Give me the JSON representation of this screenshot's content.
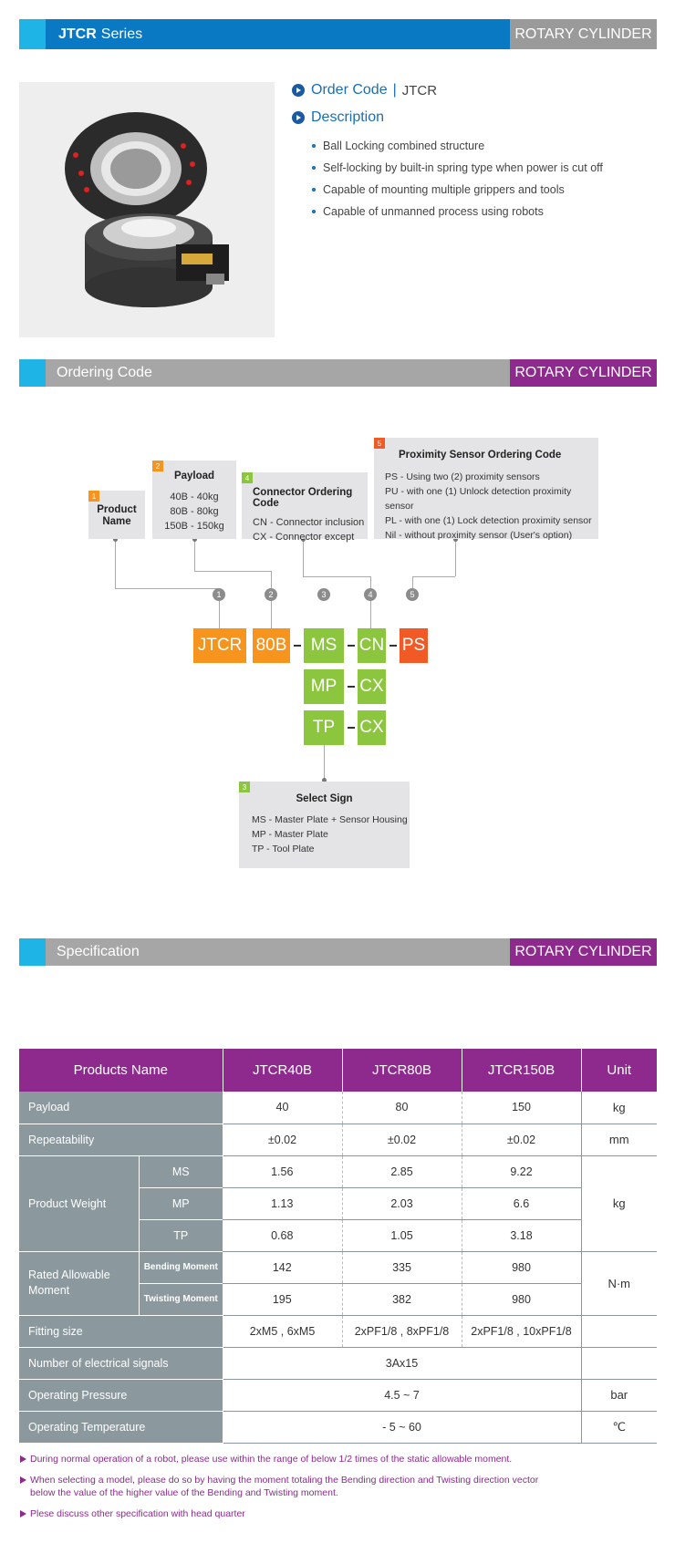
{
  "header": {
    "series_name": "JTCR",
    "series_suffix": "Series",
    "category": "ROTARY CYLINDER"
  },
  "intro": {
    "order_code_label": "Order Code",
    "order_code_sep": "|",
    "order_code_value": "JTCR",
    "description_label": "Description",
    "description_items": [
      "Ball Locking combined structure",
      "Self-locking by built-in spring type when power is cut off",
      "Capable of mounting multiple grippers and tools",
      "Capable of unmanned process using robots"
    ]
  },
  "ordering": {
    "section_title": "Ordering Code",
    "category": "ROTARY CYLINDER",
    "boxes": {
      "product_name": {
        "num": "1",
        "title_line1": "Product",
        "title_line2": "Name"
      },
      "payload": {
        "num": "2",
        "title": "Payload",
        "lines": [
          "40B - 40kg",
          "80B - 80kg",
          "150B - 150kg"
        ]
      },
      "connector": {
        "num": "4",
        "title": "Connector Ordering Code",
        "lines": [
          "CN - Connector inclusion",
          "CX - Connector except"
        ]
      },
      "proximity": {
        "num": "5",
        "title": "Proximity Sensor Ordering Code",
        "lines": [
          "PS - Using two (2) proximity sensors",
          "PU - with one (1) Unlock detection proximity sensor",
          "PL - with one (1) Lock detection proximity sensor",
          "Nil - without proximity sensor (User's option)"
        ]
      },
      "select_sign": {
        "num": "3",
        "title": "Select Sign",
        "lines": [
          "MS - Master Plate + Sensor Housing",
          "MP - Master Plate",
          "TP - Tool Plate"
        ]
      }
    },
    "circle_numbers": [
      "1",
      "2",
      "3",
      "4",
      "5"
    ],
    "code_row1": [
      "JTCR",
      "80B",
      "MS",
      "CN",
      "PS"
    ],
    "code_row2": [
      "MP",
      "CX"
    ],
    "code_row3": [
      "TP",
      "CX"
    ]
  },
  "specification": {
    "section_title": "Specification",
    "category": "ROTARY CYLINDER",
    "headers": [
      "Products Name",
      "JTCR40B",
      "JTCR80B",
      "JTCR150B",
      "Unit"
    ],
    "payload": {
      "label": "Payload",
      "values": [
        "40",
        "80",
        "150"
      ],
      "unit": "kg"
    },
    "repeatability": {
      "label": "Repeatability",
      "values": [
        "±0.02",
        "±0.02",
        "±0.02"
      ],
      "unit": "mm"
    },
    "weight": {
      "label": "Product Weight",
      "unit": "kg",
      "rows": [
        {
          "sub": "MS",
          "values": [
            "1.56",
            "2.85",
            "9.22"
          ]
        },
        {
          "sub": "MP",
          "values": [
            "1.13",
            "2.03",
            "6.6"
          ]
        },
        {
          "sub": "TP",
          "values": [
            "0.68",
            "1.05",
            "3.18"
          ]
        }
      ]
    },
    "moment": {
      "label": "Rated Allowable Moment",
      "unit": "N·m",
      "rows": [
        {
          "sub": "Bending Moment",
          "values": [
            "142",
            "335",
            "980"
          ]
        },
        {
          "sub": "Twisting Moment",
          "values": [
            "195",
            "382",
            "980"
          ]
        }
      ]
    },
    "fitting": {
      "label": "Fitting size",
      "values": [
        "2xM5 , 6xM5",
        "2xPF1/8 , 8xPF1/8",
        "2xPF1/8 , 10xPF1/8"
      ],
      "unit": ""
    },
    "signals": {
      "label": "Number of electrical signals",
      "value": "3Ax15",
      "unit": ""
    },
    "pressure": {
      "label": "Operating Pressure",
      "value": "4.5 ~ 7",
      "unit": "bar"
    },
    "temperature": {
      "label": "Operating Temperature",
      "value": "- 5 ~ 60",
      "unit": "℃"
    }
  },
  "notes": [
    "During normal operation of a robot, please use within the range of below 1/2 times of the static allowable moment.",
    "When selecting a model, please do so by having the moment totaling the Bending direction and Twisting direction vector",
    "below the value of the higher value of the Bending and Twisting moment.",
    "Plese discuss other specification with head quarter"
  ]
}
